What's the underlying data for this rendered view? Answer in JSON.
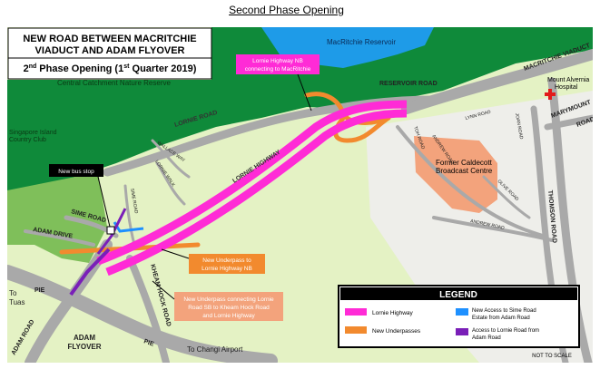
{
  "heading": "Second Phase Opening",
  "title_line1": "NEW ROAD BETWEEN MACRITCHIE",
  "title_line2": "VIADUCT AND ADAM FLYOVER",
  "phase": {
    "main": "2",
    "sup1": "nd",
    "mid": " Phase Opening (1",
    "sup2": "st",
    "tail": " Quarter 2019)"
  },
  "areas": {
    "reservoir": "MacRitchie Reservoir",
    "nature_reserve": "Central Catchment Nature Reserve",
    "club_line1": "Singapore Island",
    "club_line2": "Country Club",
    "caldecott_line1": "Former Caldecott",
    "caldecott_line2": "Broadcast Centre",
    "hospital_line1": "Mount Alvernia",
    "hospital_line2": "Hospital"
  },
  "roads": {
    "lornie_road": "LORNIE ROAD",
    "lornie_highway": "LORNIE HIGHWAY",
    "reservoir_road": "RESERVOIR ROAD",
    "macritchie_viaduct": "MACRITCHIE VIADUCT",
    "marymount": "MARYMOUNT",
    "road": "ROAD",
    "thomson": "THOMSON ROAD",
    "sime_road": "SIME ROAD",
    "sime_road_small": "SIME ROAD",
    "adam_drive": "ADAM DRIVE",
    "adam_road": "ADAM ROAD",
    "adam_flyover_line1": "ADAM",
    "adam_flyover_line2": "FLYOVER",
    "kheam_hock": "KHEAM HOCK ROAD",
    "pie_left": "PIE",
    "pie_bottom": "PIE",
    "wallace_way": "WALLACE WAY",
    "lornie_walk": "LORNIE WALK",
    "andrew_road": "ANDREW ROAD",
    "andrew_road_small": "ANDREW ROAD",
    "olive_road": "OLIVE ROAD",
    "joan_road": "JOAN ROAD",
    "lynn_road": "LYNN ROAD",
    "toh_road": "TOH ROAD"
  },
  "destinations": {
    "to": "To",
    "tuas": "Tuas",
    "changi": "To Changi Airport"
  },
  "callouts": {
    "highway_nb_line1": "Lornie Highway NB",
    "highway_nb_line2": "connecting to MacRitchie",
    "bus_stop": "New bus stop",
    "underpass_line1": "New Underpass to",
    "underpass_line2": "Lornie Highway NB",
    "underpass2_line1": "New Underpass connecting Lornie",
    "underpass2_line2": "Road SB to Kheam Hock Road",
    "underpass2_line3": "and  Lornie Highway"
  },
  "legend": {
    "title": "LEGEND",
    "items": [
      {
        "label": "Lornie Highway",
        "color": "#ff2bd6"
      },
      {
        "label": "New Underpasses",
        "color": "#f28a2e"
      },
      {
        "label_line1": "New Access to Sime Road",
        "label_line2": "Estate from Adam Road",
        "color": "#1e90ff"
      },
      {
        "label_line1": "Access to Lornie Road from",
        "label_line2": "Adam Road",
        "color": "#7a1fb8"
      }
    ]
  },
  "not_to_scale": "NOT TO SCALE",
  "colors": {
    "forest": "#0f8a3a",
    "reservoir": "#1e9be8",
    "land": "#e4f2c4",
    "road": "#a9a9a9",
    "highway": "#ff2bd6",
    "underpass": "#f28a2e",
    "caldecott": "#f3a37c"
  }
}
